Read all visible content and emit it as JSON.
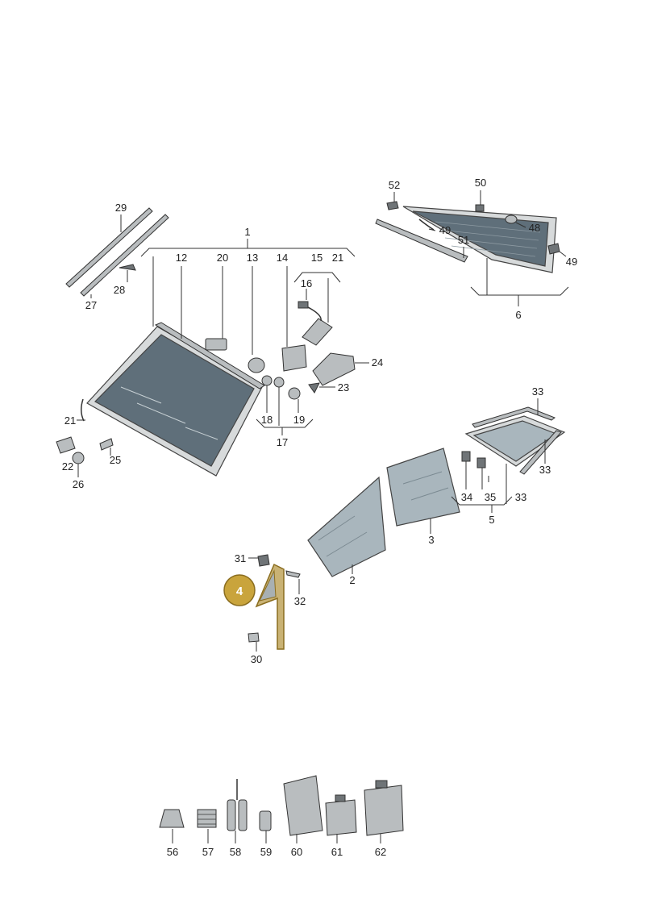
{
  "labels": {
    "l1": "1",
    "l2": "2",
    "l3": "3",
    "l4": "4",
    "l5": "5",
    "l6": "6",
    "l12": "12",
    "l13": "13",
    "l14": "14",
    "l15": "15",
    "l16": "16",
    "l17": "17",
    "l18": "18",
    "l19": "19",
    "l20": "20",
    "l21a": "21",
    "l21b": "21",
    "l22": "22",
    "l23": "23",
    "l24": "24",
    "l25": "25",
    "l26": "26",
    "l27": "27",
    "l28": "28",
    "l29": "29",
    "l30": "30",
    "l31": "31",
    "l32": "32",
    "l33a": "33",
    "l33b": "33",
    "l33c": "33",
    "l34": "34",
    "l35": "35",
    "l48": "48",
    "l49a": "49",
    "l49b": "49",
    "l50": "50",
    "l51": "51",
    "l52": "52",
    "l56": "56",
    "l57": "57",
    "l58": "58",
    "l59": "59",
    "l60": "60",
    "l61": "61",
    "l62": "62"
  },
  "highlight": {
    "part": "4"
  },
  "colors": {
    "highlight": "#c9a43c",
    "glass": "#5f6f7a"
  }
}
